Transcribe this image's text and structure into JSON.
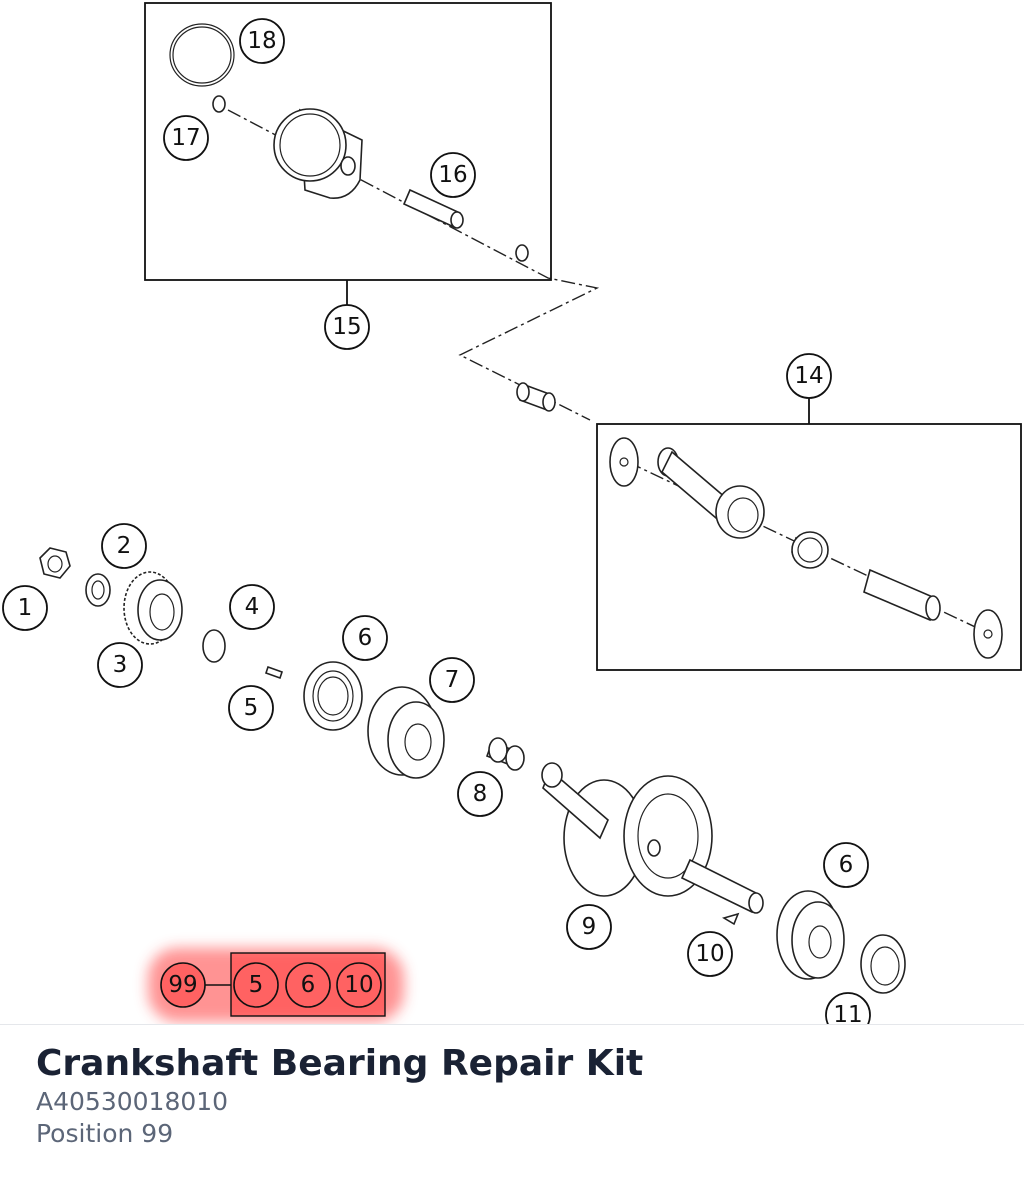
{
  "diagram": {
    "callouts": {
      "c1": "1",
      "c2": "2",
      "c3": "3",
      "c4": "4",
      "c5": "5",
      "c6a": "6",
      "c6b": "6",
      "c7": "7",
      "c8": "8",
      "c9": "9",
      "c10": "10",
      "c11": "11",
      "c14": "14",
      "c15": "15",
      "c16": "16",
      "c17": "17",
      "c18": "18"
    },
    "kit": {
      "label": "99",
      "members": [
        "5",
        "6",
        "10"
      ]
    },
    "highlight_color": "#ff3b3b"
  },
  "info": {
    "title": "Crankshaft Bearing Repair Kit",
    "part_number": "A40530018010",
    "position": "Position 99"
  }
}
